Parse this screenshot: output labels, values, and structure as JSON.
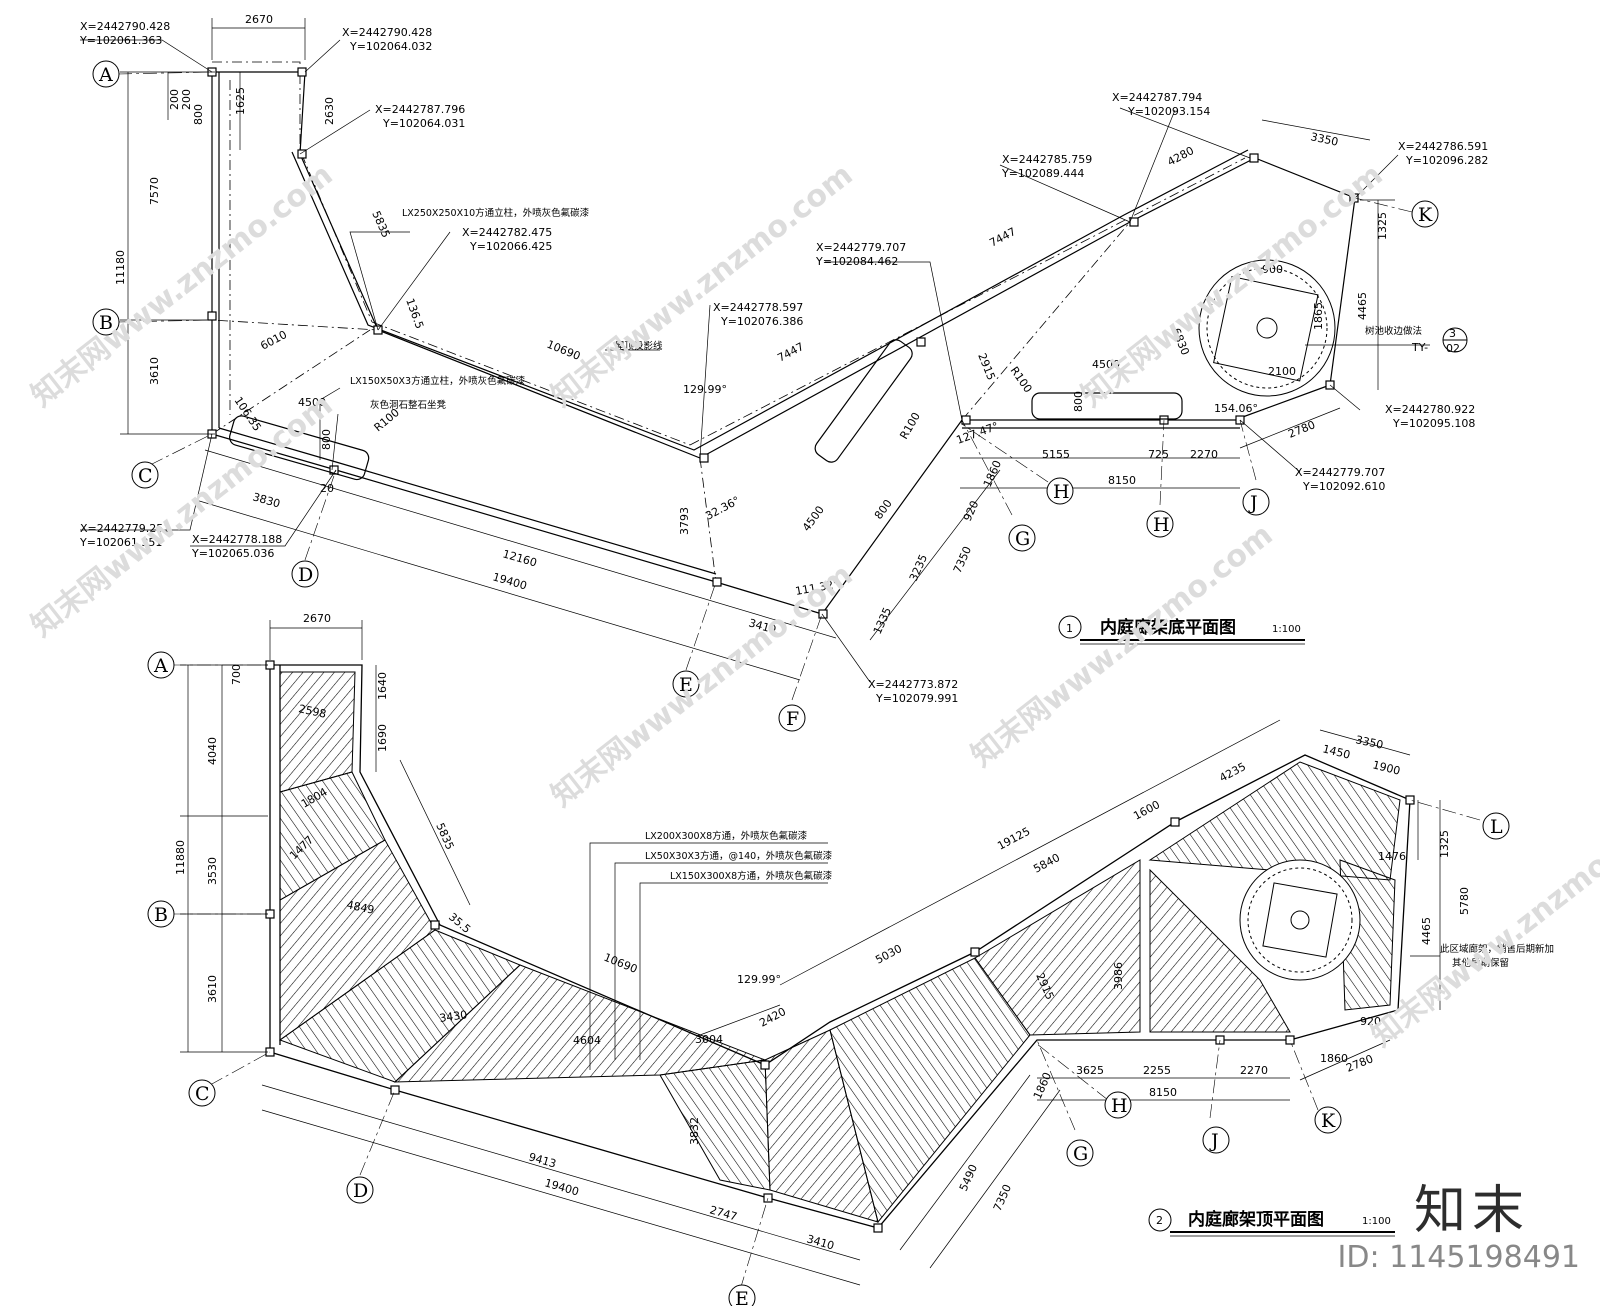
{
  "plan1": {
    "title": "内庭廊架底平面图",
    "number": "1",
    "scale": "1:100",
    "coords": [
      {
        "x": "X=2442790.428",
        "y": "Y=102061.363"
      },
      {
        "x": "X=2442790.428",
        "y": "Y=102064.032"
      },
      {
        "x": "X=2442787.796",
        "y": "Y=102064.031"
      },
      {
        "x": "X=2442782.475",
        "y": "Y=102066.425"
      },
      {
        "x": "X=2442778.597",
        "y": "Y=102076.386"
      },
      {
        "x": "X=2442779.707",
        "y": "Y=102084.462"
      },
      {
        "x": "X=2442785.759",
        "y": "Y=102089.444"
      },
      {
        "x": "X=2442787.794",
        "y": "Y=102093.154"
      },
      {
        "x": "X=2442786.591",
        "y": "Y=102096.282"
      },
      {
        "x": "X=2442780.922",
        "y": "Y=102095.108"
      },
      {
        "x": "X=2442779.707",
        "y": "Y=102092.610"
      },
      {
        "x": "X=2442779.251",
        "y": "Y=102061.351"
      },
      {
        "x": "X=2442778.188",
        "y": "Y=102065.036"
      },
      {
        "x": "X=2442773.872",
        "y": "Y=102079.991"
      }
    ],
    "notes": [
      "LX250X250X10方通立柱，外喷灰色氟碳漆",
      "LX150X50X3方通立柱，外喷灰色氟碳漆",
      "灰色洞石整石坐凳",
      "屋顶投影线",
      "树池收边做法"
    ],
    "detail_ref": {
      "top": "3",
      "bottom": "02",
      "prefix": "TY-"
    },
    "dims": [
      "2670",
      "1625",
      "2630",
      "7570",
      "11180",
      "3610",
      "200",
      "200",
      "800",
      "5835",
      "6010",
      "4500",
      "800",
      "R100",
      "136.5",
      "106.35",
      "10690",
      "129.99°",
      "7447",
      "7447",
      "4280",
      "3350",
      "1325",
      "4465",
      "6830",
      "2915",
      "R100",
      "4500",
      "800",
      "900",
      "2100",
      "1865",
      "2780",
      "154.06°",
      "5155",
      "725",
      "2270",
      "8150",
      "1860",
      "920",
      "3235",
      "7350",
      "4500",
      "800",
      "R100",
      "127.47°",
      "3793",
      "32.36°",
      "111.32°",
      "1335",
      "3830",
      "12160",
      "19400",
      "3410",
      "20"
    ],
    "axes": [
      "A",
      "B",
      "C",
      "D",
      "E",
      "F",
      "G",
      "H",
      "H",
      "J",
      "K"
    ]
  },
  "plan2": {
    "title": "内庭廊架顶平面图",
    "number": "2",
    "scale": "1:100",
    "notes": [
      "LX200X300X8方通，外喷灰色氟碳漆",
      "LX50X30X3方通，@140，外喷灰色氟碳漆",
      "LX150X300X8方通，外喷灰色氟碳漆",
      "此区域廊架，销售后期新加",
      "其他后期保留"
    ],
    "dims": [
      "2670",
      "700",
      "1640",
      "1690",
      "4040",
      "11880",
      "3530",
      "3610",
      "2598",
      "1804",
      "1477",
      "4849",
      "35.5",
      "5835",
      "10690",
      "3430",
      "4604",
      "3004",
      "129.99°",
      "2420",
      "5030",
      "5840",
      "19125",
      "4235",
      "1600",
      "3350",
      "1450",
      "1900",
      "1325",
      "5780",
      "4465",
      "1476",
      "1860",
      "920",
      "2780",
      "3625",
      "2255",
      "2270",
      "8150",
      "1860",
      "3832",
      "9413",
      "19400",
      "2747",
      "3410",
      "5490",
      "7350",
      "2915",
      "3986"
    ],
    "axes": [
      "A",
      "B",
      "C",
      "D",
      "E",
      "G",
      "H",
      "J",
      "K",
      "L"
    ]
  },
  "watermark": {
    "logo": "知末",
    "id": "ID: 1145198491",
    "diag": "知末网www.znzmo.com"
  },
  "colors": {
    "line": "#000000",
    "background": "#ffffff",
    "watermark": "#dcdcdc"
  }
}
